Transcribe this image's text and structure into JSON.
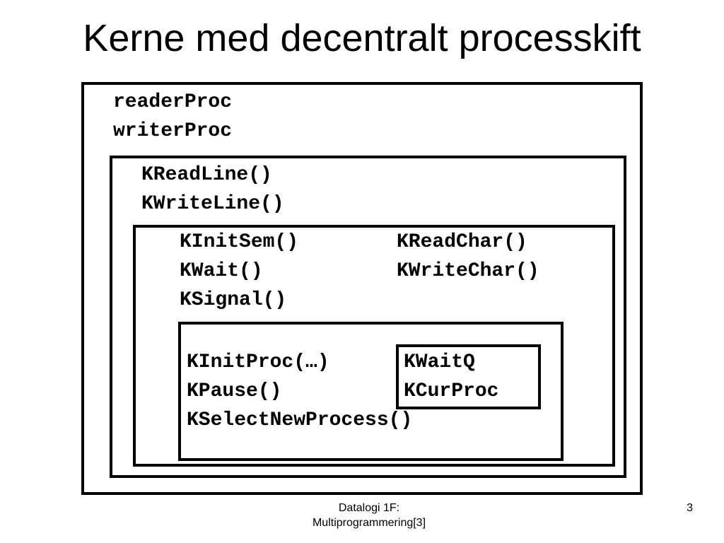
{
  "title": "Kerne med decentralt processkift",
  "levels": {
    "outer": {
      "items": [
        "readerProc",
        "writerProc"
      ]
    },
    "level2": {
      "items": [
        "KReadLine()",
        "KWriteLine()"
      ]
    },
    "level3": {
      "left_items": [
        "KInitSem()",
        "KWait()",
        "KSignal()"
      ],
      "right_items": [
        "KReadChar()",
        "KWriteChar()"
      ]
    },
    "level4": {
      "items": [
        "KInitProc(…)",
        "KPause()",
        "KSelectNewProcess()"
      ],
      "queue_box": {
        "items": [
          "KWaitQ",
          "KCurProc"
        ]
      }
    }
  },
  "footer": {
    "line1": "Datalogi 1F:",
    "line2": "Multiprogrammering[3]"
  },
  "page_number": "3"
}
